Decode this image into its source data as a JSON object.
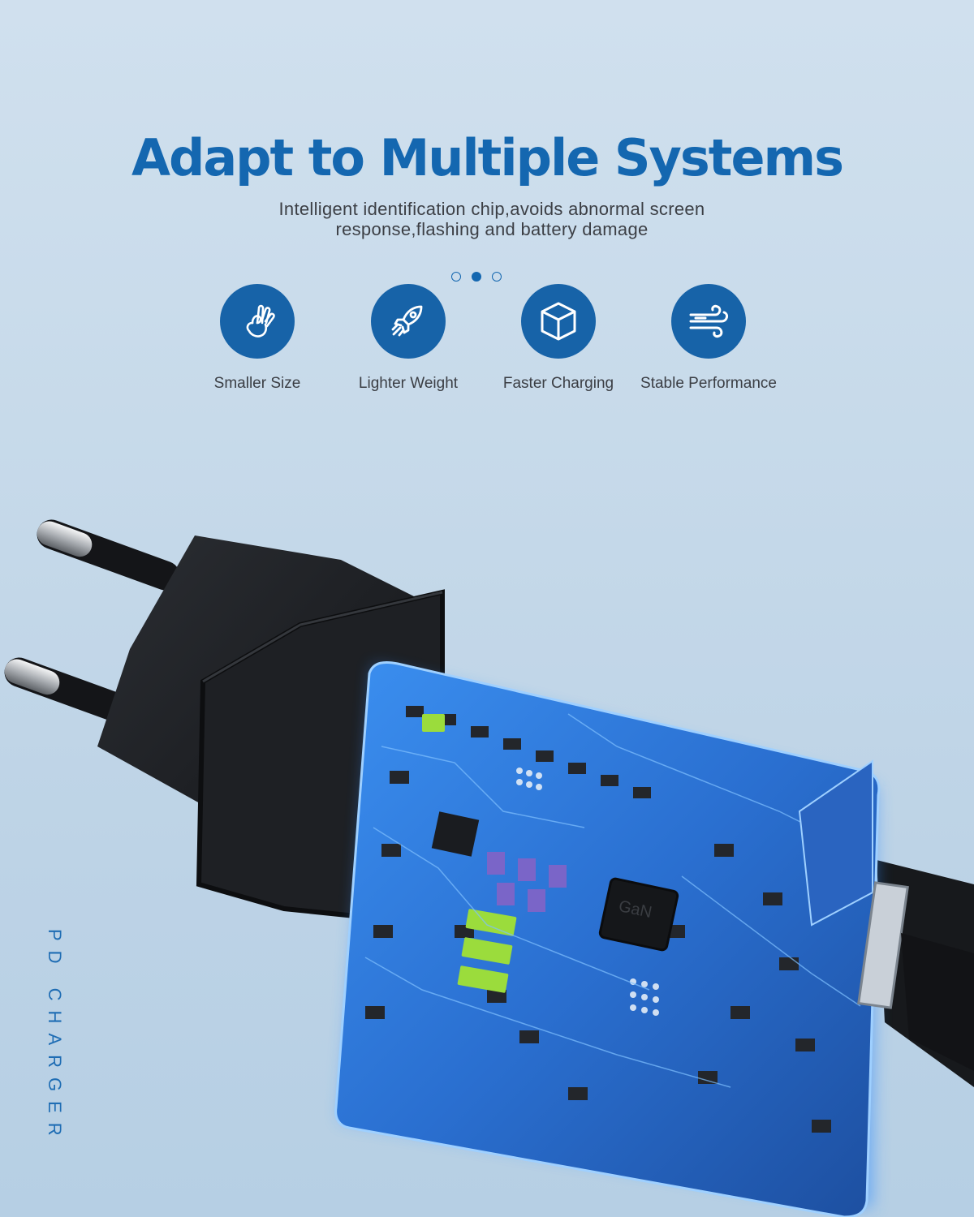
{
  "header": {
    "title": "Adapt to Multiple Systems",
    "subtitle": "Intelligent identification chip,avoids abnormal screen response,flashing and battery damage"
  },
  "carousel": {
    "slide_count": 3,
    "active_index": 1
  },
  "features": [
    {
      "label": "Smaller Size",
      "icon": "ok-hand-icon"
    },
    {
      "label": "Lighter Weight",
      "icon": "rocket-icon"
    },
    {
      "label": "Faster Charging",
      "icon": "cube-icon"
    },
    {
      "label": "Stable Performance",
      "icon": "wind-icon"
    }
  ],
  "side_label": "PD CHARGER",
  "product": {
    "chip_label": "GaN",
    "description": "EU plug charger with exposed blue circuit board"
  },
  "colors": {
    "accent": "#1467b0",
    "icon_circle": "#1763a8",
    "background": "#c7daea",
    "board": "#2f7fe0",
    "housing": "#1b1d21"
  }
}
